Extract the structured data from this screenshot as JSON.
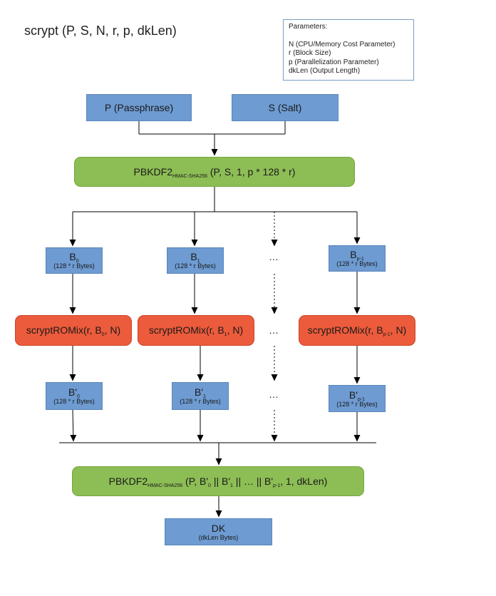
{
  "title": "scrypt (P, S, N, r, p, dkLen)",
  "parameters": {
    "heading": "Parameters:",
    "items": [
      "N (CPU/Memory Cost Parameter)",
      "r (Block Size)",
      "p (Parallelization Parameter)",
      "dkLen (Output Length)"
    ]
  },
  "inputs": {
    "passphrase": "P (Passphrase)",
    "salt": "S (Salt)"
  },
  "pbkdf2_top": {
    "main": "PBKDF2",
    "sub": "HMAC-SHA256",
    "args": " (P, S, 1, p * 128 * r)"
  },
  "block_size": "(128 * r Bytes)",
  "blocks": [
    {
      "name": "B",
      "sub": "0"
    },
    {
      "name": "B",
      "sub": "1"
    },
    {
      "name": "B",
      "sub": "p-1"
    }
  ],
  "mix": [
    {
      "pre": "scryptROMix(r, B",
      "sub": "0",
      "post": ", N)"
    },
    {
      "pre": "scryptROMix(r, B",
      "sub": "1",
      "post": ", N)"
    },
    {
      "pre": "scryptROMix(r, B",
      "sub": "p-1",
      "post": ", N)"
    }
  ],
  "mixed_blocks": [
    {
      "name": "B'",
      "sub": "0"
    },
    {
      "name": "B'",
      "sub": "1"
    },
    {
      "name": "B'",
      "sub": "p-1"
    }
  ],
  "ellipsis": "…",
  "pbkdf2_bottom": {
    "main": "PBKDF2",
    "sub": "HMAC-SHA256",
    "args_a": " (P, B'",
    "sub_a": "0",
    "args_b": " || B'",
    "sub_b": "1",
    "args_c": " || … || B'",
    "sub_c": "p-1",
    "args_d": ", 1, dkLen)"
  },
  "output": {
    "name": "DK",
    "size": "(dkLen Bytes)"
  }
}
